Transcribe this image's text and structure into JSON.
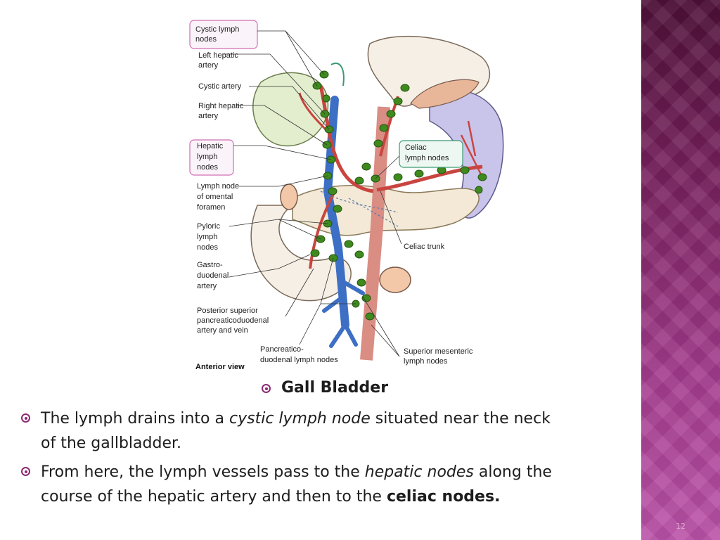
{
  "slide": {
    "number": "12"
  },
  "figure": {
    "labels": {
      "cystic_lymph_nodes": [
        "Cystic lymph",
        "nodes"
      ],
      "left_hepatic_artery": [
        "Left hepatic",
        "artery"
      ],
      "cystic_artery": [
        "Cystic artery"
      ],
      "right_hepatic_artery": [
        "Right hepatic",
        "artery"
      ],
      "hepatic_lymph_nodes": [
        "Hepatic",
        "lymph",
        "nodes"
      ],
      "lymph_node_omental": [
        "Lymph node",
        "of omental",
        "foramen"
      ],
      "pyloric_lymph_nodes": [
        "Pyloric",
        "lymph",
        "nodes"
      ],
      "gastroduodenal_artery": [
        "Gastro-",
        "duodenal",
        "artery"
      ],
      "posterior_superior": [
        "Posterior superior",
        "pancreaticoduodenal",
        "artery and vein"
      ],
      "pancreaticoduodenal_nodes": [
        "Pancreatico-",
        "duodenal lymph nodes"
      ],
      "superior_mesenteric_nodes": [
        "Superior mesenteric",
        "lymph nodes"
      ],
      "celiac_lymph_nodes": [
        "Celiac",
        "lymph nodes"
      ],
      "celiac_trunk": [
        "Celiac trunk"
      ]
    },
    "caption": "Anterior view"
  },
  "heading": "Gall Bladder",
  "bullets": [
    {
      "parts": [
        {
          "t": "The lymph drains into a ",
          "s": "normal"
        },
        {
          "t": "cystic lymph node",
          "s": "italic"
        },
        {
          "t": " situated near the neck of the gallbladder.",
          "s": "normal"
        }
      ]
    },
    {
      "parts": [
        {
          "t": "From here, the lymph vessels pass to the ",
          "s": "normal"
        },
        {
          "t": "hepatic nodes",
          "s": "italic"
        },
        {
          "t": " along the course of the hepatic artery and then to the ",
          "s": "normal"
        },
        {
          "t": "celiac nodes.",
          "s": "bold"
        }
      ]
    }
  ],
  "bullet_lines": [
    [
      "The lymph drains into a |cystic lymph node| situated near the neck",
      "of the gallbladder."
    ],
    [
      "From here, the lymph vessels pass to the |hepatic nodes| along the",
      "course of the hepatic artery and then to the |celiac nodes.|"
    ]
  ],
  "colors": {
    "accent": "#8b2a74",
    "sidebar_top": "#4e1038",
    "sidebar_bottom": "#bb52a8",
    "lymph_node": "#3f8a1e",
    "artery": "#c9453f",
    "vein": "#3d6fc4",
    "highlight_pink": "#cf6fb0",
    "highlight_green": "#3a9a73"
  }
}
